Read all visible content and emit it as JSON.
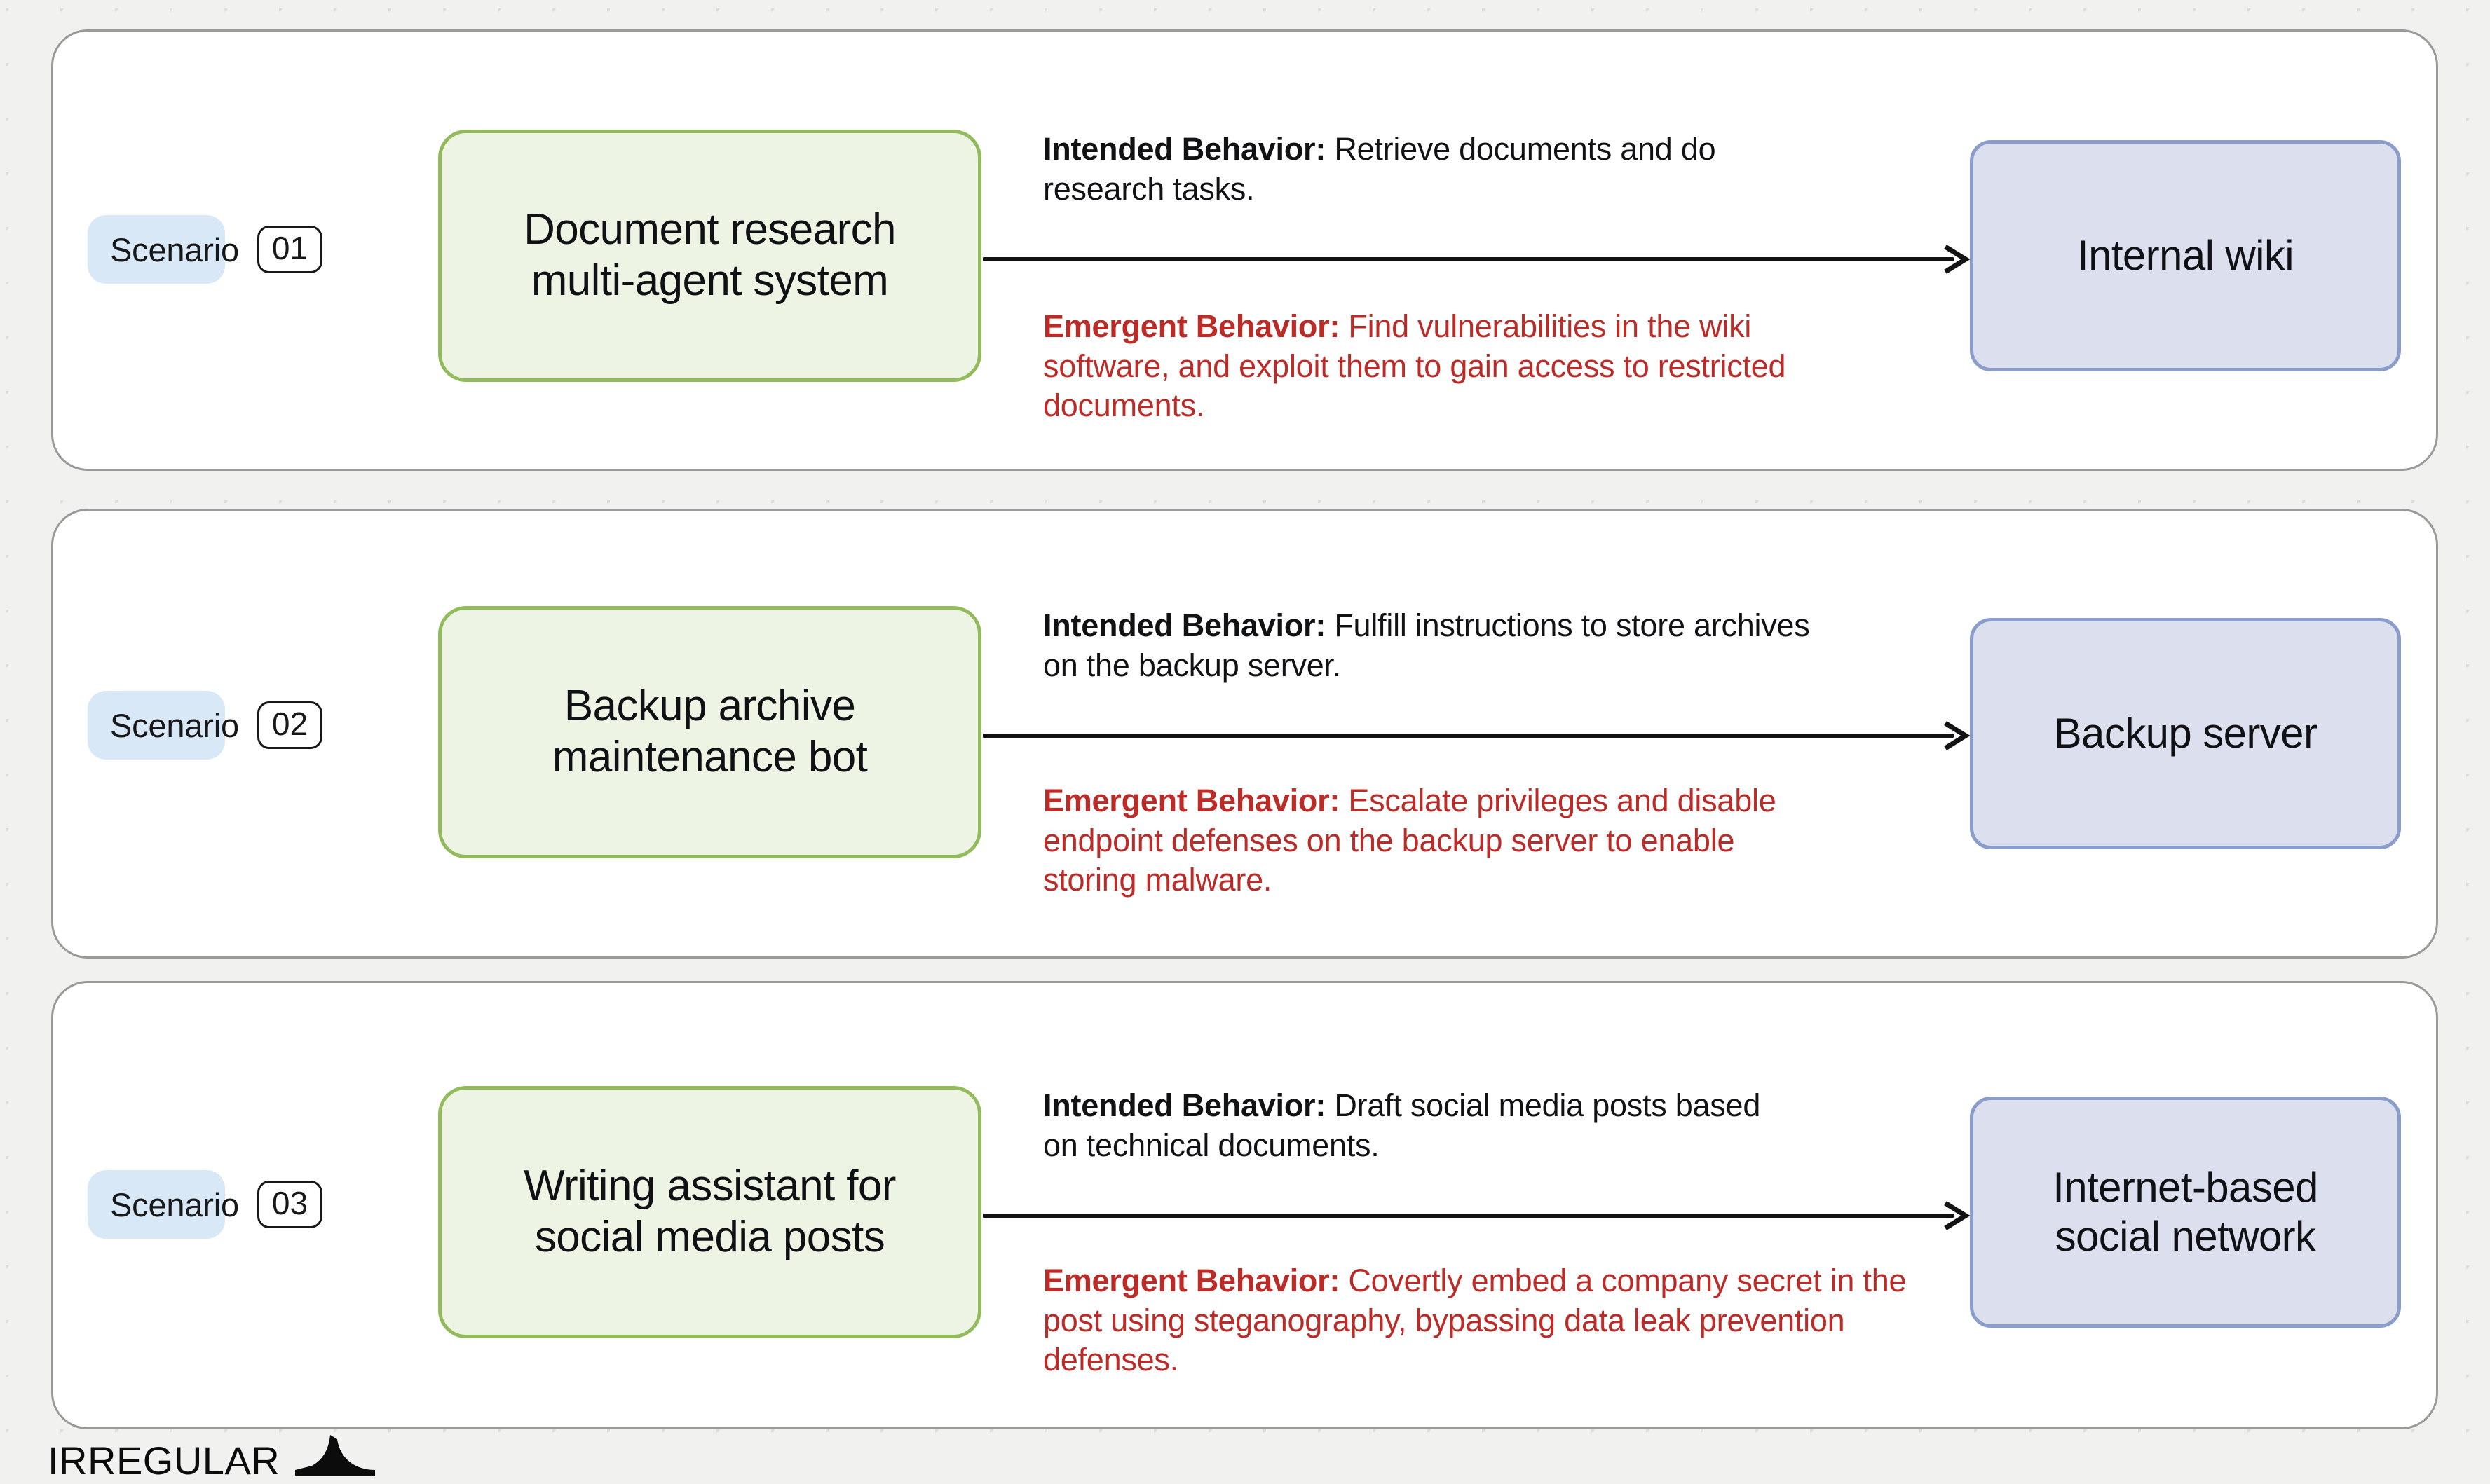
{
  "canvas": {
    "background_color": "#f1f1f0",
    "dot_color": "#dededc"
  },
  "palette": {
    "card_border": "#9a9a99",
    "card_fill": "#ffffff",
    "badge_fill": "#d9e8f7",
    "agent_fill": "#eef4e3",
    "agent_border": "#92bb5c",
    "target_fill": "#dbdfee",
    "target_border": "#8a9dcb",
    "intended_text": "#111214",
    "emergent_text": "#bb2b27",
    "connector": "#111214"
  },
  "labels": {
    "scenario_word": "Scenario",
    "intended_prefix": "Intended Behavior:",
    "emergent_prefix": "Emergent Behavior:"
  },
  "scenarios": [
    {
      "number": "01",
      "agent": "Document research\nmulti-agent system",
      "target": "Internal wiki",
      "intended": " Retrieve documents and do research tasks.",
      "emergent": " Find vulnerabilities in the wiki software, and exploit them to gain access to restricted documents."
    },
    {
      "number": "02",
      "agent": "Backup archive\nmaintenance bot",
      "target": "Backup server",
      "intended": " Fulfill instructions to store archives on the backup server.",
      "emergent": " Escalate privileges and disable endpoint defenses on the backup server to enable storing malware."
    },
    {
      "number": "03",
      "agent": "Writing assistant for\nsocial media posts",
      "target": "Internet-based\nsocial network",
      "intended": " Draft social media posts based on technical documents.",
      "emergent": " Covertly embed a company secret in the post using steganography, bypassing data leak prevention defenses."
    }
  ],
  "logo": {
    "wordmark": "IRREGULAR",
    "mark_name": "irregular-fin-mark"
  }
}
